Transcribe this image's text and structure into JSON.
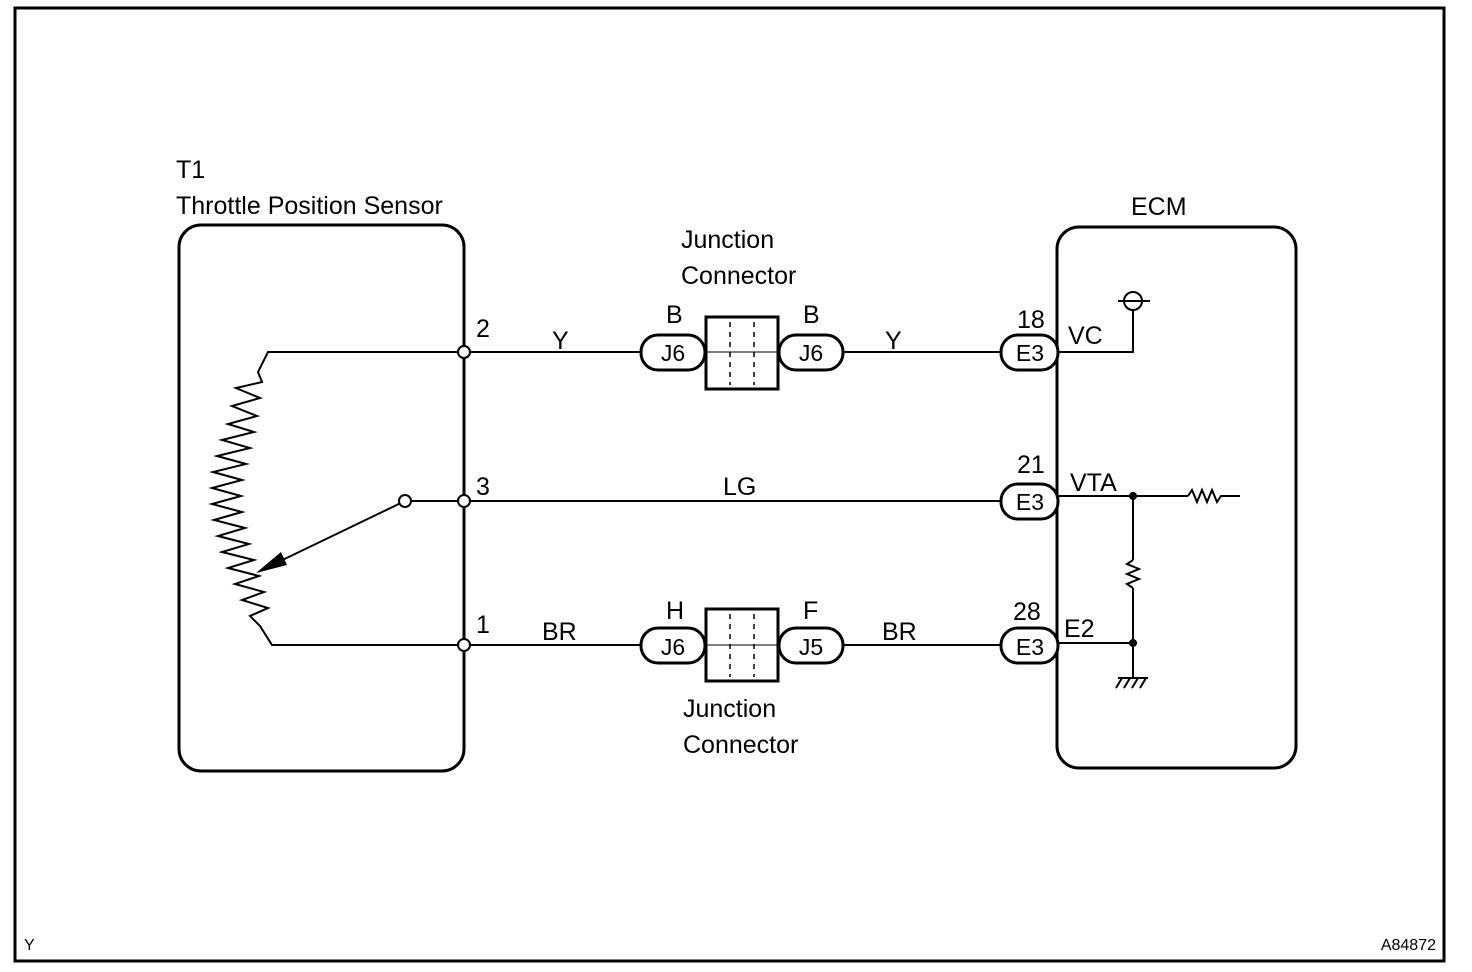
{
  "sensor": {
    "code": "T1",
    "name": "Throttle Position Sensor",
    "pins": [
      "2",
      "3",
      "1"
    ]
  },
  "ecm": {
    "name": "ECM",
    "pins": [
      {
        "num": "18",
        "name": "VC",
        "conn": "E3"
      },
      {
        "num": "21",
        "name": "VTA",
        "conn": "E3"
      },
      {
        "num": "28",
        "name": "E2",
        "conn": "E3"
      }
    ]
  },
  "wires": {
    "top_left": "Y",
    "top_right": "Y",
    "middle": "LG",
    "bottom_left": "BR",
    "bottom_right": "BR"
  },
  "junction_top": {
    "title_line1": "Junction",
    "title_line2": "Connector",
    "left_pin": "B",
    "left_conn": "J6",
    "right_pin": "B",
    "right_conn": "J6"
  },
  "junction_bottom": {
    "title_line1": "Junction",
    "title_line2": "Connector",
    "left_pin": "H",
    "left_conn": "J6",
    "right_pin": "F",
    "right_conn": "J5"
  },
  "footer": {
    "left_code": "Y",
    "figure_id": "A84872"
  }
}
